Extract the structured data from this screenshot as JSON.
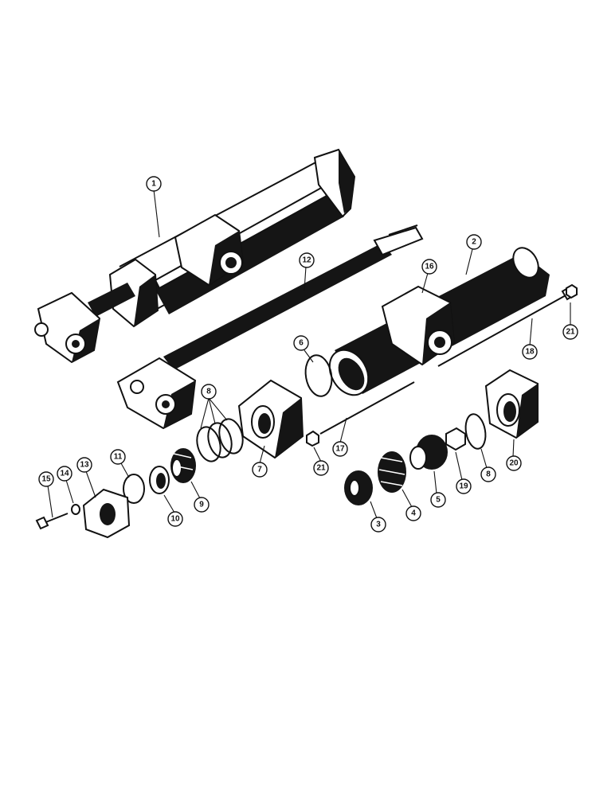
{
  "diagram": {
    "callouts": [
      {
        "id": "c1",
        "label": "1"
      },
      {
        "id": "c2",
        "label": "2"
      },
      {
        "id": "c3",
        "label": "3"
      },
      {
        "id": "c4",
        "label": "4"
      },
      {
        "id": "c5",
        "label": "5"
      },
      {
        "id": "c6",
        "label": "6"
      },
      {
        "id": "c7",
        "label": "7"
      },
      {
        "id": "c8a",
        "label": "8"
      },
      {
        "id": "c8b",
        "label": "8"
      },
      {
        "id": "c9",
        "label": "9"
      },
      {
        "id": "c10",
        "label": "10"
      },
      {
        "id": "c11",
        "label": "11"
      },
      {
        "id": "c12",
        "label": "12"
      },
      {
        "id": "c13",
        "label": "13"
      },
      {
        "id": "c14",
        "label": "14"
      },
      {
        "id": "c15",
        "label": "15"
      },
      {
        "id": "c16",
        "label": "16"
      },
      {
        "id": "c17",
        "label": "17"
      },
      {
        "id": "c18",
        "label": "18"
      },
      {
        "id": "c19",
        "label": "19"
      },
      {
        "id": "c20",
        "label": "20"
      },
      {
        "id": "c21a",
        "label": "21"
      },
      {
        "id": "c21b",
        "label": "21"
      }
    ]
  }
}
